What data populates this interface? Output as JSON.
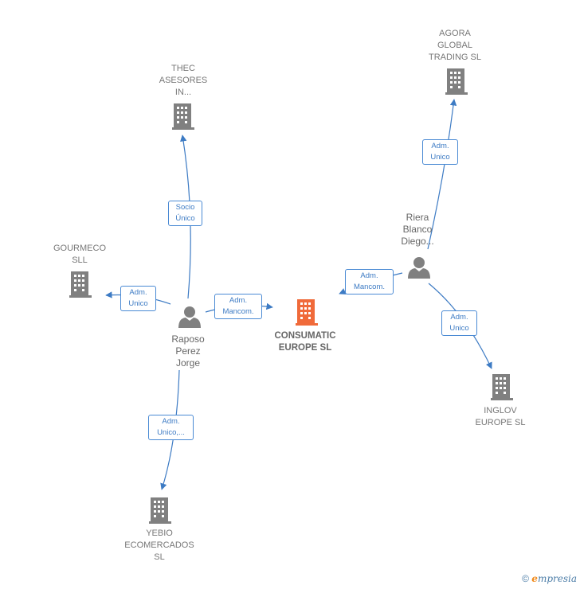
{
  "colors": {
    "edge": "#3d7bc4",
    "company_icon": "#808080",
    "main_company_icon": "#f06a3a",
    "person_icon": "#808080"
  },
  "nodes": {
    "consumatic": {
      "label": "CONSUMATIC\nEUROPE  SL",
      "icon": "building-icon"
    },
    "thec": {
      "label": "THEC\nASESORES\nIN...",
      "icon": "building-icon"
    },
    "agora": {
      "label": "AGORA\nGLOBAL\nTRADING SL",
      "icon": "building-icon"
    },
    "gourmeco": {
      "label": "GOURMECO\nSLL",
      "icon": "building-icon"
    },
    "inglov": {
      "label": "INGLOV\nEUROPE  SL",
      "icon": "building-icon"
    },
    "yebio": {
      "label": "YEBIO\nECOMERCADOS\nSL",
      "icon": "building-icon"
    },
    "raposo": {
      "label": "Raposo\nPerez\nJorge",
      "icon": "person-icon"
    },
    "riera": {
      "label": "Riera\nBlanco\nDiego...",
      "icon": "person-icon"
    }
  },
  "edges": {
    "raposo_thec": "Socio\nÚnico",
    "raposo_gourmeco": "Adm.\nUnico",
    "raposo_consumatic": "Adm.\nMancom.",
    "raposo_yebio": "Adm.\nUnico,...",
    "riera_agora": "Adm.\nUnico",
    "riera_consumatic": "Adm.\nMancom.",
    "riera_inglov": "Adm.\nUnico"
  },
  "footer": {
    "copyright": "©",
    "brand_first": "e",
    "brand_rest": "mpresia"
  }
}
